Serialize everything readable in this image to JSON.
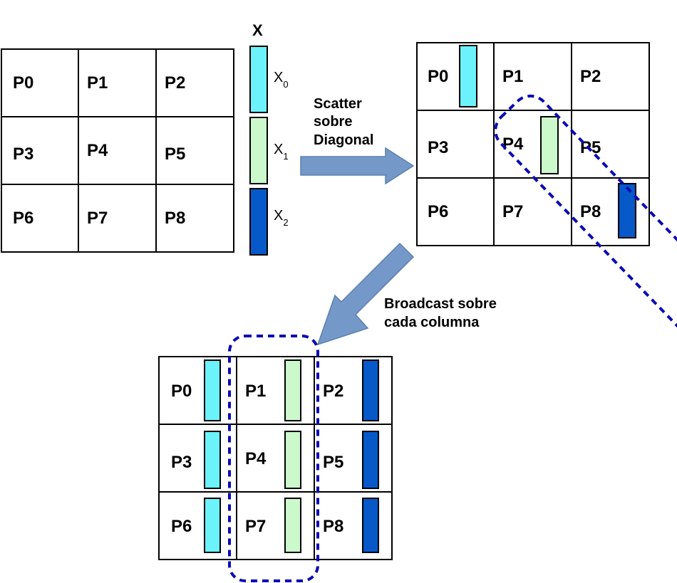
{
  "colors": {
    "x0": "#6cf2fa",
    "x1": "#ccf9cc",
    "x2": "#0758c8",
    "arrow": "#7499c8",
    "dashed_outline": "#0a0ab4"
  },
  "grid_labels": [
    "P0",
    "P1",
    "P2",
    "P3",
    "P4",
    "P5",
    "P6",
    "P7",
    "P8"
  ],
  "vector": {
    "title": "X",
    "elements": [
      {
        "base": "X",
        "sub": "0",
        "color": "x0"
      },
      {
        "base": "X",
        "sub": "1",
        "color": "x1"
      },
      {
        "base": "X",
        "sub": "2",
        "color": "x2"
      }
    ]
  },
  "scatter_caption": [
    "Scatter",
    "sobre",
    "Diagonal"
  ],
  "broadcast_caption": [
    "Broadcast sobre",
    "cada columna"
  ]
}
